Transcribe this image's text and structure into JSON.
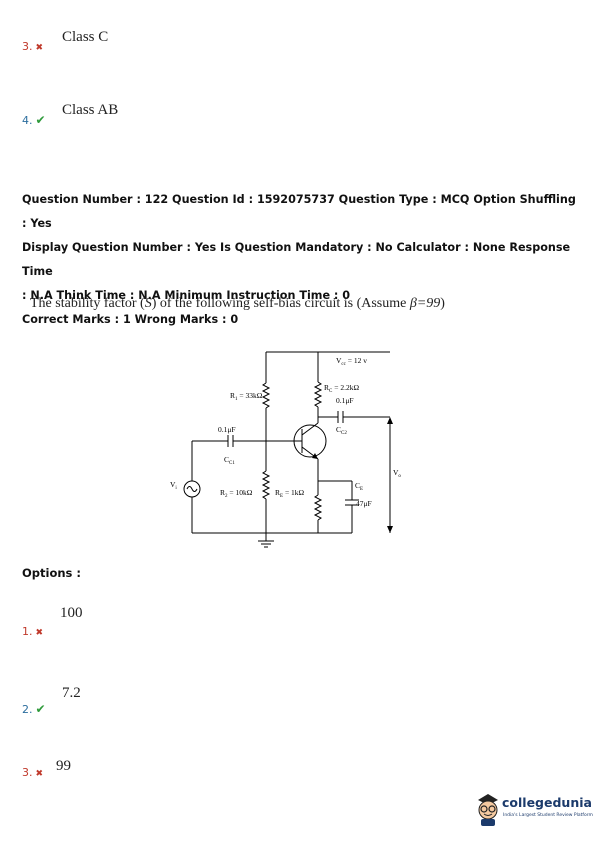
{
  "prev_options": [
    {
      "number": "3.",
      "status": "wrong",
      "text": "Class C"
    },
    {
      "number": "4.",
      "status": "correct",
      "text": "Class AB"
    }
  ],
  "question_meta": {
    "line1": "Question Number : 122 Question Id : 1592075737 Question Type : MCQ Option Shuffling : Yes",
    "line2": "Display Question Number : Yes Is Question Mandatory : No Calculator : None Response Time",
    "line3": ": N.A Think Time : N.A Minimum Instruction Time : 0",
    "marks": "Correct Marks : 1 Wrong Marks : 0"
  },
  "stem": {
    "part1": "The stability factor (",
    "var": "S",
    "part2": ") of the following self-bias circuit is (Assume ",
    "beta": "β=99",
    "part3": ")"
  },
  "circuit": {
    "vcc": "V",
    "vcc_sub": "cc",
    "vcc_val": " = 12 v",
    "r1": "R",
    "r1_sub": "1",
    "r1_val": " = 33kΩ",
    "rc": "R",
    "rc_sub": "C",
    "rc_val": " = 2.2kΩ",
    "cap_out_val": "0.1μF",
    "cap_out": "C",
    "cap_out_sub": "C2",
    "cap_in_val": "0.1μF",
    "cap_in": "C",
    "cap_in_sub": "C1",
    "vi": "V",
    "vi_sub": "i",
    "r2": "R",
    "r2_sub": "2",
    "r2_val": " = 10kΩ",
    "re": "R",
    "re_sub": "E",
    "re_val": " = 1kΩ",
    "ce": "C",
    "ce_sub": "E",
    "ce_val": "47μF",
    "vo": "V",
    "vo_sub": "o"
  },
  "options_label": "Options :",
  "options": [
    {
      "number": "1.",
      "status": "wrong",
      "text": "100"
    },
    {
      "number": "2.",
      "status": "correct",
      "text": "7.2"
    },
    {
      "number": "3.",
      "status": "wrong",
      "text": "99"
    }
  ],
  "logo": {
    "name": "collegedunia",
    "tagline": "India's Largest Student Review Platform"
  }
}
